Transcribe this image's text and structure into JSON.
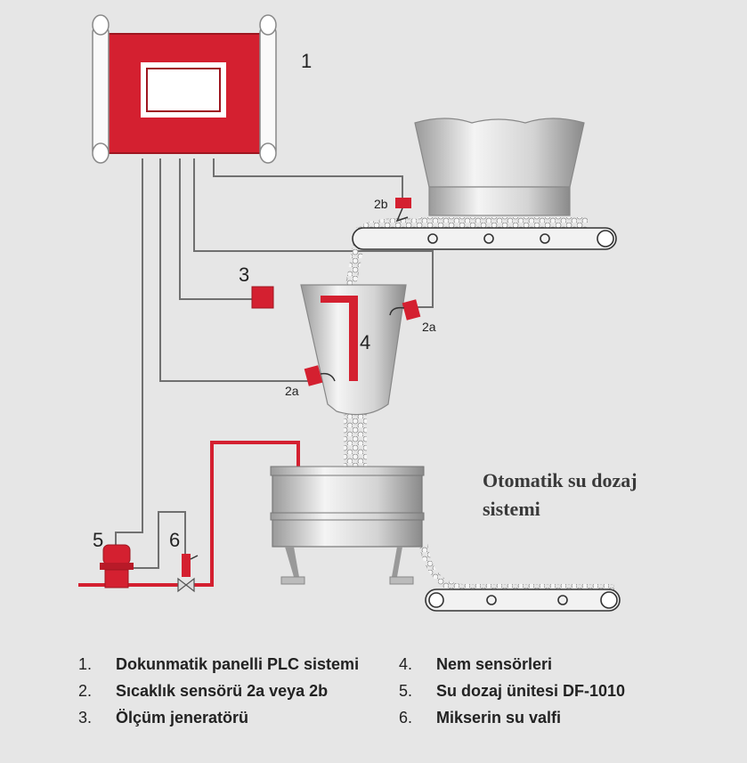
{
  "labels": {
    "plc": "1",
    "generator": "3",
    "moisture_sensor": "4",
    "dosing_unit": "5",
    "valve": "6",
    "temp_2b": "2b",
    "temp_2a_right": "2a",
    "temp_2a_left": "2a"
  },
  "caption": {
    "line1": "Otomatik su dozaj",
    "line2": "sistemi"
  },
  "legend": [
    {
      "num": "1.",
      "text": "Dokunmatik panelli PLC sistemi"
    },
    {
      "num": "2.",
      "text": "Sıcaklık sensörü 2a veya 2b"
    },
    {
      "num": "3.",
      "text": "Ölçüm jeneratörü"
    },
    {
      "num": "4.",
      "text": "Nem sensörleri"
    },
    {
      "num": "5.",
      "text": "Su dozaj ünitesi DF-1010"
    },
    {
      "num": "6.",
      "text": "Mikserin su valfi"
    }
  ],
  "colors": {
    "red": "#d42030",
    "wire": "#707070",
    "background": "#e6e6e6"
  }
}
